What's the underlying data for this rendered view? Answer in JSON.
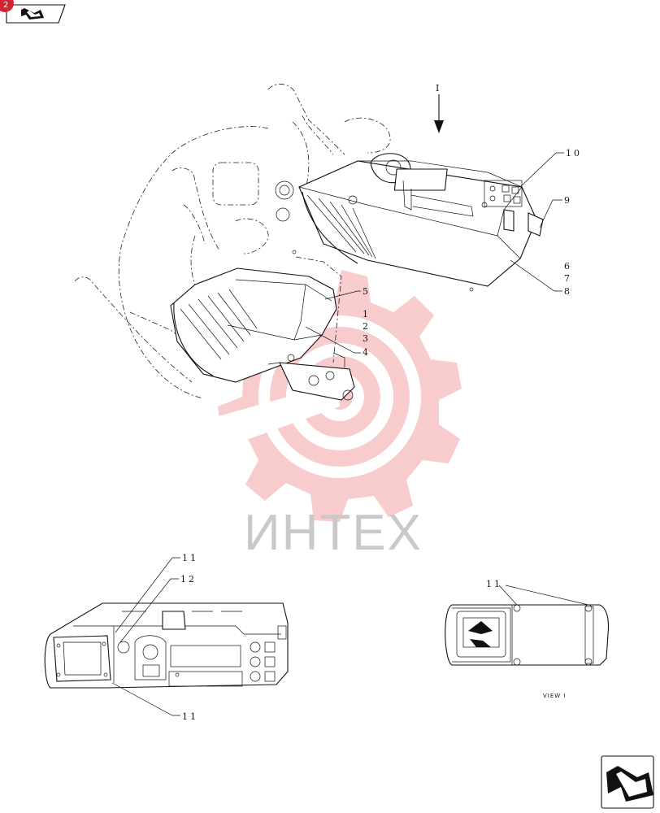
{
  "colors": {
    "line": "#111111",
    "watermark": "#f4a4a4",
    "watermark_text": "#c9c9c9",
    "nav_badge": "#d5242f"
  },
  "nav": {
    "badge_text": "2",
    "top_icon": "continue-arrow-icon",
    "bottom_icon": "continue-arrow-icon"
  },
  "watermark": {
    "logo_icon": "gear-target-logo",
    "text": "ИНТЕХ"
  },
  "view_direction_label": "I",
  "callouts": {
    "c1": "1",
    "c2": "2",
    "c3": "3",
    "c4": "4",
    "c5": "5",
    "c6": "6",
    "c7": "7",
    "c8": "8",
    "c9": "9",
    "c10": "10",
    "c11_bottom_left_top": "11",
    "c12": "12",
    "c11_bottom_left_bottom": "11",
    "c11_view": "11"
  },
  "view_caption": "VIEW I"
}
